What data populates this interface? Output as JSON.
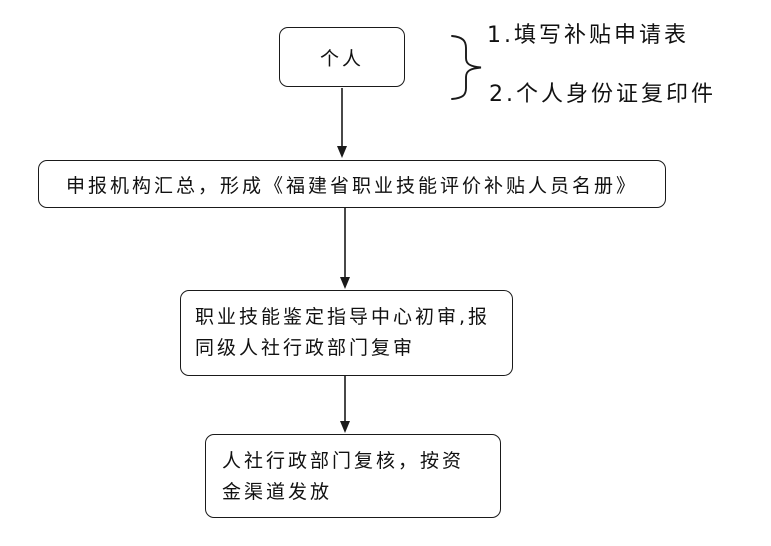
{
  "flowchart": {
    "nodes": [
      {
        "label": "个人"
      },
      {
        "label": "申报机构汇总，形成《福建省职业技能评价补贴人员名册》"
      },
      {
        "label": "职业技能鉴定指导中心初审,报同级人社行政部门复审",
        "lines": [
          "职业技能鉴定指导中心初审,报",
          "同级人社行政部门复审"
        ]
      },
      {
        "label": "人社行政部门复核，按资金渠道发放",
        "lines": [
          "人社行政部门复核，按资",
          "金渠道发放"
        ]
      }
    ],
    "annotations": [
      {
        "label": "1.填写补贴申请表"
      },
      {
        "label": "2.个人身份证复印件"
      }
    ],
    "colors": {
      "line": "#1a1a1a",
      "background": "#ffffff",
      "text": "#111111"
    }
  }
}
